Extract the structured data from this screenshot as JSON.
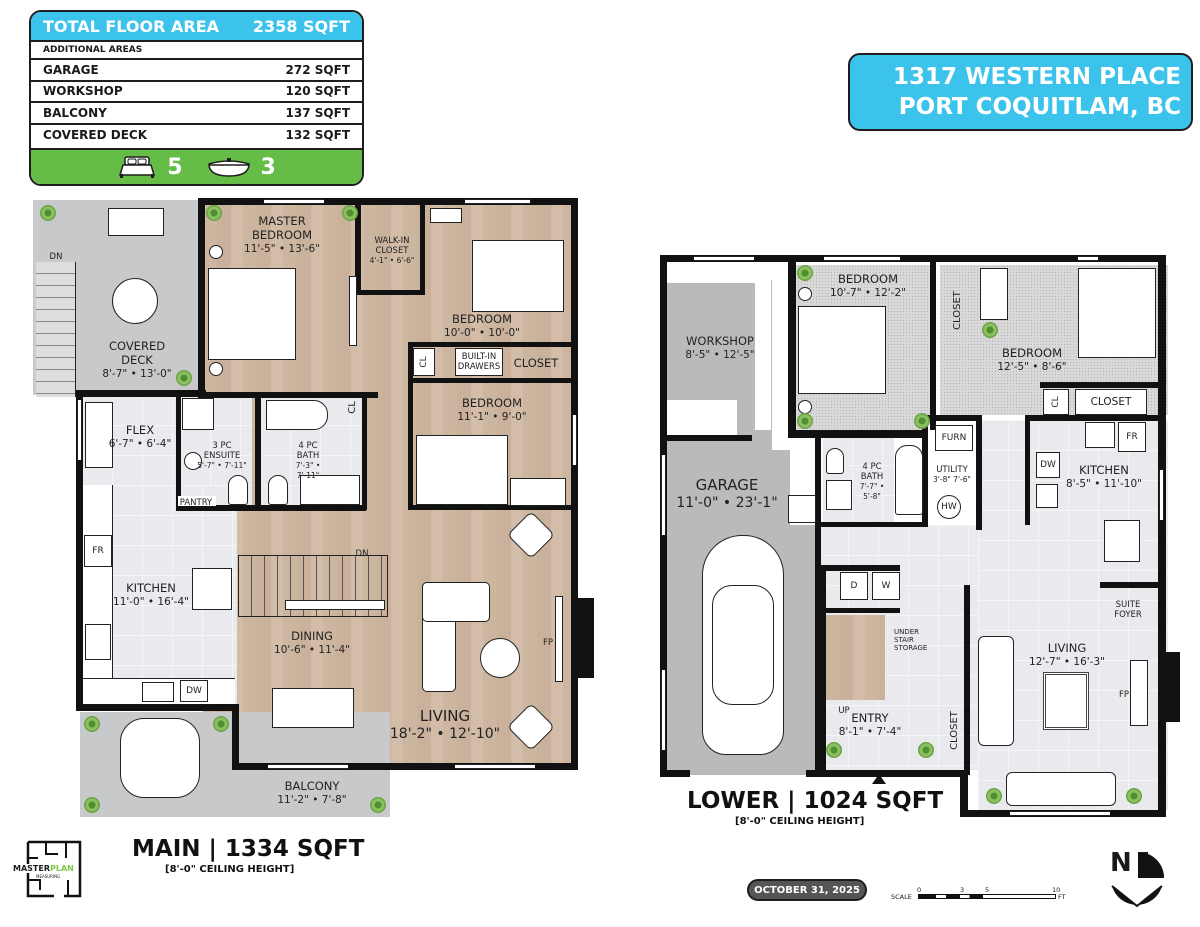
{
  "summary": {
    "total_label": "TOTAL FLOOR AREA",
    "total_value": "2358 SQFT",
    "additional_label": "ADDITIONAL AREAS",
    "rows": [
      {
        "label": "GARAGE",
        "value": "272 SQFT"
      },
      {
        "label": "WORKSHOP",
        "value": "120 SQFT"
      },
      {
        "label": "BALCONY",
        "value": "137 SQFT"
      },
      {
        "label": "COVERED DECK",
        "value": "132 SQFT"
      }
    ],
    "bedrooms": "5",
    "bathrooms": "3",
    "colors": {
      "header": "#3cc3ec",
      "footer": "#65bc46"
    }
  },
  "address": {
    "line1": "1317 WESTERN PLACE",
    "line2": "PORT COQUITLAM, BC"
  },
  "main_floor": {
    "title": "MAIN | 1334 SQFT",
    "ceiling": "[8'-0\" CEILING HEIGHT]",
    "rooms": {
      "covered_deck": {
        "name": "COVERED DECK",
        "dim": "8'-7\" • 13'-0\""
      },
      "master_bedroom": {
        "name": "MASTER BEDROOM",
        "dim": "11'-5\" • 13'-6\""
      },
      "walk_in_closet": {
        "name": "WALK-IN CLOSET",
        "dim": "4'-1\" • 6'-6\""
      },
      "bedroom_1": {
        "name": "BEDROOM",
        "dim": "10'-0\" • 10'-0\""
      },
      "bedroom_2": {
        "name": "BEDROOM",
        "dim": "11'-1\" • 9'-0\""
      },
      "flex": {
        "name": "FLEX",
        "dim": "6'-7\" • 6'-4\""
      },
      "ensuite": {
        "name": "3 PC ENSUITE",
        "dim": "5'-7\" • 7'-11\""
      },
      "bath": {
        "name": "4 PC BATH",
        "dim": "7'-3\" • 7'-11\""
      },
      "kitchen": {
        "name": "KITCHEN",
        "dim": "11'-0\" • 16'-4\""
      },
      "dining": {
        "name": "DINING",
        "dim": "10'-6\" • 11'-4\""
      },
      "living": {
        "name": "LIVING",
        "dim": "18'-2\" • 12'-10\""
      },
      "balcony": {
        "name": "BALCONY",
        "dim": "11'-2\" • 7'-8\""
      }
    },
    "tags": {
      "closet": "CLOSET",
      "cl": "CL",
      "built_in": "BUILT-IN DRAWERS",
      "pantry": "PANTRY",
      "fr": "FR",
      "dw": "DW",
      "fp": "FP",
      "dn": "DN"
    }
  },
  "lower_floor": {
    "title": "LOWER | 1024 SQFT",
    "ceiling": "[8'-0\" CEILING HEIGHT]",
    "rooms": {
      "workshop": {
        "name": "WORKSHOP",
        "dim": "8'-5\" • 12'-5\""
      },
      "garage": {
        "name": "GARAGE",
        "dim": "11'-0\" • 23'-1\""
      },
      "bedroom_1": {
        "name": "BEDROOM",
        "dim": "10'-7\" • 12'-2\""
      },
      "bedroom_2": {
        "name": "BEDROOM",
        "dim": "12'-5\" • 8'-6\""
      },
      "bath": {
        "name": "4 PC BATH",
        "dim": "7'-7\" • 5'-8\""
      },
      "utility": {
        "name": "UTILITY",
        "dim": "3'-8\" 7'-6\""
      },
      "kitchen": {
        "name": "KITCHEN",
        "dim": "8'-5\" • 11'-10\""
      },
      "entry": {
        "name": "ENTRY",
        "dim": "8'-1\" • 7'-4\""
      },
      "living": {
        "name": "LIVING",
        "dim": "12'-7\" • 16'-3\""
      }
    },
    "tags": {
      "closet": "CLOSET",
      "cl": "CL",
      "furn": "FURN",
      "hw": "HW",
      "fr": "FR",
      "dw": "DW",
      "d": "D",
      "w": "W",
      "under_stair": "UNDER STAIR STORAGE",
      "up": "UP",
      "suite_foyer": "SUITE FOYER",
      "fp": "FP"
    }
  },
  "footer": {
    "logo_left": "MASTER",
    "logo_right": "PLAN",
    "logo_sub": "MEASURING",
    "date": "OCTOBER 31, 2025",
    "scale_label": "SCALE",
    "scale_ticks": [
      "0",
      "3",
      "5",
      "10"
    ],
    "scale_unit": "FT",
    "north": "N"
  }
}
